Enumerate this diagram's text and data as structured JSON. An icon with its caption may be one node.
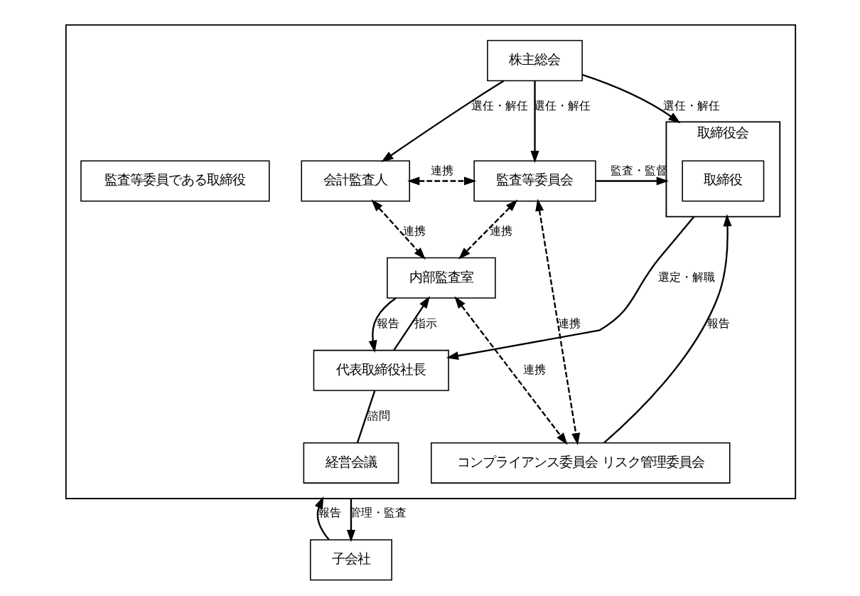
{
  "diagram": {
    "nodes": [
      {
        "text": [],
        "shape": "box"
      },
      {
        "text": [
          "株主総会"
        ],
        "in": 0
      },
      {
        "text": [
          "会計監査人"
        ],
        "in": 0
      },
      {
        "text": [
          "監査等委員会"
        ],
        "in": 0
      },
      {
        "text": [
          "取締役会"
        ],
        "in": 0
      },
      {
        "text": [
          "監査等委員である取締役"
        ],
        "in": 0
      },
      {
        "text": [
          "取締役"
        ],
        "in": 4
      },
      {
        "text": [
          "内部監査室"
        ],
        "in": 0
      },
      {
        "text": [
          "代表取締役社長"
        ],
        "in": 0
      },
      {
        "text": [
          "コンプライアンス委員会 リスク管理委員会"
        ],
        "in": 0
      },
      {
        "text": [
          "経営会議"
        ],
        "in": 0
      },
      {
        "text": [
          "子会社"
        ]
      }
    ],
    "edges": [
      {
        "from": 1,
        "to": 2,
        "arrow": "to",
        "label": "選任・解任"
      },
      {
        "from": 1,
        "to": 3,
        "arrow": "to",
        "label": "選任・解任"
      },
      {
        "from": 1,
        "to": 4,
        "arrow": "to",
        "label": "選任・解任"
      },
      {
        "from": 3,
        "to": 4,
        "arrow": "to",
        "label": "監査・監督"
      },
      {
        "from": 2,
        "to": 3,
        "arrow": "both",
        "label": "連携",
        "style": "dashed"
      },
      {
        "from": 2,
        "to": 7,
        "arrow": "both",
        "label": "連携",
        "style": "dashed"
      },
      {
        "from": 3,
        "to": 7,
        "arrow": "both",
        "label": "連携",
        "style": "dashed"
      },
      {
        "from": 3,
        "to": 9,
        "arrow": "both",
        "label": "連携",
        "style": "dashed"
      },
      {
        "from": 9,
        "to": 4,
        "arrow": "to",
        "label": "報告"
      },
      {
        "from": 4,
        "to": 8,
        "arrow": "to",
        "label": "選定・解職"
      },
      {
        "from": 8,
        "to": 7,
        "arrow": "to",
        "label": "指示"
      },
      {
        "from": 7,
        "to": 8,
        "arrow": "to",
        "label": "報告"
      },
      {
        "from": 7,
        "to": 9,
        "arrow": "both",
        "label": "連携",
        "style": "dashed"
      },
      {
        "from": 8,
        "to": 10,
        "arrow": "none",
        "label": "諮問"
      },
      {
        "from": 11,
        "to": 0,
        "arrow": "to",
        "label": "報告"
      },
      {
        "from": 0,
        "to": 11,
        "arrow": "to",
        "label": "管理・監査"
      }
    ]
  }
}
